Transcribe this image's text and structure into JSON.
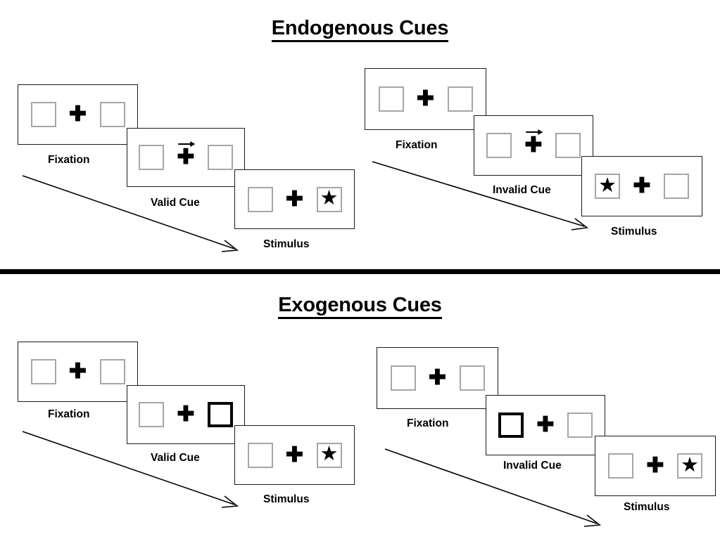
{
  "sections": [
    {
      "title": "Endogenous Cues",
      "cue_type": "arrow",
      "sequences": [
        {
          "name": "valid",
          "panels": [
            {
              "label": "Fixation",
              "left_box": "empty",
              "right_box": "empty",
              "center": "plus"
            },
            {
              "label": "Valid Cue",
              "left_box": "empty",
              "right_box": "empty",
              "center": "plus-with-right-arrow"
            },
            {
              "label": "Stimulus",
              "left_box": "empty",
              "right_box": "star",
              "center": "plus"
            }
          ]
        },
        {
          "name": "invalid",
          "panels": [
            {
              "label": "Fixation",
              "left_box": "empty",
              "right_box": "empty",
              "center": "plus"
            },
            {
              "label": "Invalid Cue",
              "left_box": "empty",
              "right_box": "empty",
              "center": "plus-with-right-arrow"
            },
            {
              "label": "Stimulus",
              "left_box": "star",
              "right_box": "empty",
              "center": "plus"
            }
          ]
        }
      ]
    },
    {
      "title": "Exogenous Cues",
      "cue_type": "box-highlight",
      "sequences": [
        {
          "name": "valid",
          "panels": [
            {
              "label": "Fixation",
              "left_box": "empty",
              "right_box": "empty",
              "center": "plus"
            },
            {
              "label": "Valid Cue",
              "left_box": "empty",
              "right_box": "cued",
              "center": "plus"
            },
            {
              "label": "Stimulus",
              "left_box": "empty",
              "right_box": "star",
              "center": "plus"
            }
          ]
        },
        {
          "name": "invalid",
          "panels": [
            {
              "label": "Fixation",
              "left_box": "empty",
              "right_box": "empty",
              "center": "plus"
            },
            {
              "label": "Invalid Cue",
              "left_box": "cued",
              "right_box": "empty",
              "center": "plus"
            },
            {
              "label": "Stimulus",
              "left_box": "empty",
              "right_box": "star",
              "center": "plus"
            }
          ]
        }
      ]
    }
  ],
  "glyphs": {
    "plus": "✚",
    "star": "★"
  },
  "colors": {
    "frame_border": "#1a1a1a",
    "box_border": "#a6a6a6",
    "cued_box_border": "#000000",
    "ink": "#000000",
    "background": "#ffffff"
  },
  "titles": {
    "endogenous": "Endogenous Cues",
    "exogenous": "Exogenous Cues"
  },
  "labels": {
    "fixation": "Fixation",
    "valid_cue": "Valid Cue",
    "invalid_cue": "Invalid Cue",
    "stimulus": "Stimulus"
  }
}
